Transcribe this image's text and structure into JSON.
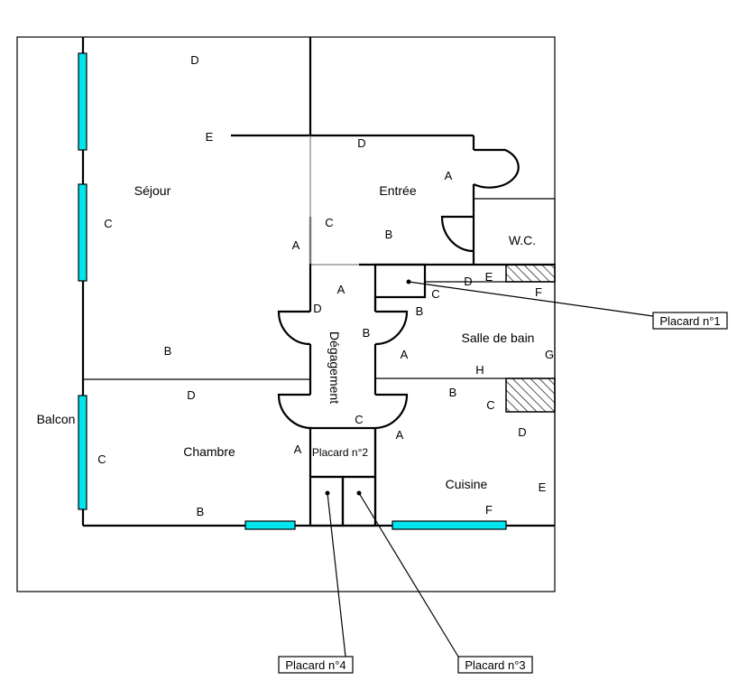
{
  "colors": {
    "window": "#00e5ee",
    "wall": "#000000",
    "hatch": "#000000"
  },
  "rooms": {
    "sejour": "Séjour",
    "entree": "Entrée",
    "wc": "W.C.",
    "salle_de_bain": "Salle de bain",
    "degagement": "Dégagement",
    "chambre": "Chambre",
    "cuisine": "Cuisine",
    "balcon": "Balcon",
    "placard2": "Placard n°2"
  },
  "callouts": {
    "placard1": "Placard n°1",
    "placard3": "Placard n°3",
    "placard4": "Placard n°4"
  },
  "wall_labels": {
    "sejour_d": "D",
    "sejour_e": "E",
    "sejour_c": "C",
    "sejour_a": "A",
    "sejour_b": "B",
    "entree_d": "D",
    "entree_a": "A",
    "entree_c": "C",
    "entree_b": "B",
    "deg_a": "A",
    "deg_d": "D",
    "deg_b": "B",
    "deg_c": "C",
    "sdb_d": "D",
    "sdb_e": "E",
    "sdb_c": "C",
    "sdb_b": "B",
    "sdb_f": "F",
    "sdb_a": "A",
    "sdb_g": "G",
    "sdb_h": "H",
    "chambre_d": "D",
    "chambre_c": "C",
    "chambre_a": "A",
    "chambre_b": "B",
    "cuisine_b": "B",
    "cuisine_c": "C",
    "cuisine_d": "D",
    "cuisine_a": "A",
    "cuisine_e": "E",
    "cuisine_f": "F"
  }
}
